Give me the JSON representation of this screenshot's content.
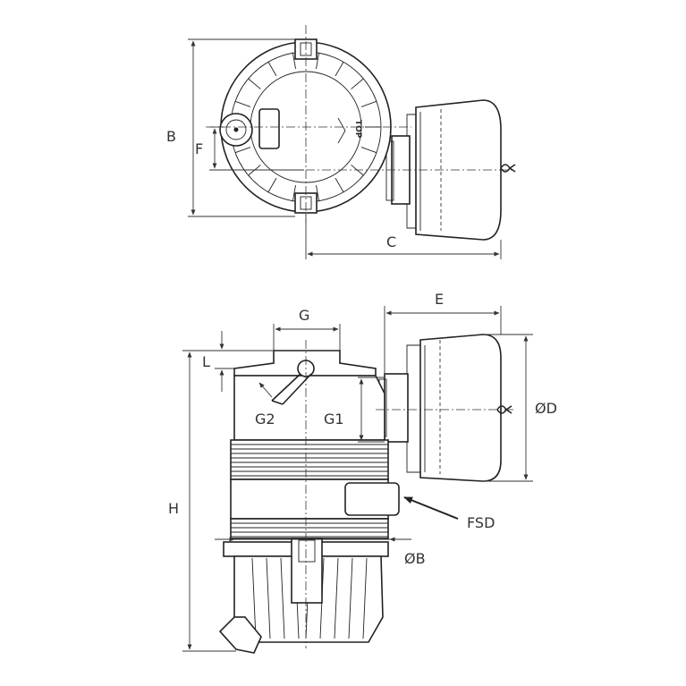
{
  "diagram": {
    "plan_view": {
      "labels": {
        "b": "B",
        "f": "F",
        "c": "C"
      },
      "housing_marking": "TOP"
    },
    "elevation_view": {
      "labels": {
        "g": "G",
        "e": "E",
        "l": "L",
        "g2": "G2",
        "g1": "G1",
        "d": "ØD",
        "h": "H",
        "fsd": "FSD",
        "ob": "ØB"
      }
    }
  }
}
